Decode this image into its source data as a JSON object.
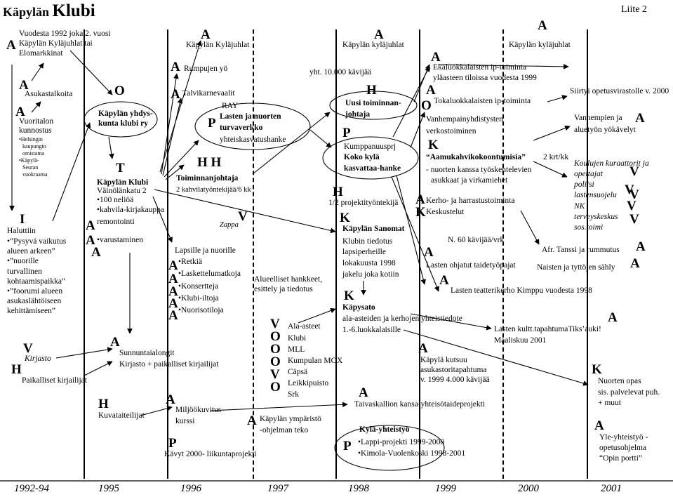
{
  "header": {
    "title_small": "Käpylän",
    "title_big": "Klubi",
    "appendix": "Liite 2"
  },
  "years": [
    "1992-94",
    "1995",
    "1996",
    "1997",
    "1998",
    "1999",
    "2000",
    "2001"
  ],
  "col1": {
    "l1": "Vuodesta 1992 joka 2. vuosi",
    "l2": "Käpylän Kyläjuhlat tai",
    "l3": "Elomarkkinat",
    "asukastalkoita": "Asukastalkoita",
    "vuoritalon1": "Vuoritalon",
    "vuoritalon2": "kunnostus",
    "small": [
      "•Helsingin",
      "kaupungin",
      "omistama",
      "•Käpylä-",
      "Seuran",
      "vuokraama"
    ],
    "haluttiin": [
      "Haluttiin",
      "•”Pysyvä vaikutus",
      "alueen arkeen”",
      "•”nuorille",
      "turvallinen",
      "kohtaamispaikka”",
      "•”foorumi alueen",
      "asukaslähtöiseen",
      "kehittämiseen”"
    ],
    "kirjasto": "Kirjasto",
    "paikalliset": "Paikalliset kirjailijat"
  },
  "col1995": {
    "yhdys1": "Käpylän yhdys-",
    "yhdys2": "kunta klubi ry",
    "klubi_name": "Käpylän Klubi",
    "klubi_addr": "Väinölänkatu 2",
    "klubi_list": [
      "•100 neliöä",
      "•kahvila-kirjakauppa",
      "remontointi",
      "•varustaminen"
    ],
    "sunnuntai1": "Sunnuntaialongit",
    "sunnuntai2": "Kirjasto + paikalliset kirjailijat",
    "kuvataiteilijat": "Kuvataiteilijat"
  },
  "col1996": {
    "kylajuhlat": "Käpylän Kyläjuhlat",
    "rumpujen": "Rumpujen yö",
    "talvikarnevaalit": "Talvikarnevaalit",
    "ray": "RAY",
    "turva1": "Lasten ja nuorten",
    "turva2": "turvaverkko",
    "turva3": "yhteiskasvatushanke",
    "toiminnanjohtaja": "Toiminnanjohtaja",
    "kahvila": "2 kahvilatyöntekijää/6 kk",
    "zappa": "Zappa",
    "lapsille": "Lapsille ja nuorille",
    "lapsille_list": [
      "•Retkiä",
      "•Laskettelumatkoja",
      "•Konsertteja",
      "•Klubi-iltoja",
      "•Nuorisotiloja"
    ],
    "miljoo1": "Miljöökuvitus-",
    "miljoo2": "kurssi",
    "kavyt": "Kävyt 2000- liikuntaprojekti"
  },
  "col1997": {
    "alueelliset1": "Alueelliset hankkeet,",
    "alueelliset2": "esittely ja tiedotus",
    "ymparisto1": "Käpylän ympäristö",
    "ymparisto2": "-ohjelman teko"
  },
  "col1998": {
    "kylajuhlat": "Käpylän kyläjuhlat",
    "kavijaa": "yht. 10.000 kävijää",
    "uusi1": "Uusi toiminnan-",
    "uusi2": "johtaja",
    "kumppanuus": "Kumppanuusprj",
    "koko1": "Koko kylä",
    "koko2": "kasvattaa-hanke",
    "puolitoinen": "1/2 projektityöntekijä",
    "sanomat": "Käpylän Sanomat",
    "sanomat_list": [
      "Klubin tiedotus",
      "lapsiperheille",
      "lokakuusta 1998",
      "jakelu joka kotiin"
    ],
    "kapysato": "Käpysato",
    "kapysato1": "ala-asteiden ja kerhojen yhteistiedote",
    "kapysato2": "1.-6.luokkalaisille",
    "orgs": [
      "Ala-asteet",
      "Klubi",
      "MLL",
      "Kumpulan MOX",
      "Cäpsä",
      "Leikkipuisto",
      "Srk"
    ],
    "taivaskallion": "Taivaskallion kansa-yhteisötaideprojekti",
    "kylayhteistyo": "Kylä-yhteistyö",
    "lappi": "•Lappi-projekti 1999-2000",
    "kimola": "•Kimola-Vuolenkoski 1998-2001"
  },
  "col1999": {
    "eka1": "Ekaluokkalaisten ip-toiminta",
    "eka2": "yläasteen tiloissa vuodesta 1999",
    "toka": "Tokaluokkalaisten ip-toiminta",
    "vanhempain1": "Vanhempainyhdistysten",
    "vanhempain2": "verkostoiminen",
    "aamukahvi": "“Aamukahvikokoontumisia”",
    "aamukahvi_kk": "2 krt/kk",
    "nuorten1": "- nuorten kanssa työskentelevien",
    "nuorten2": "asukkaat ja virkamiehet",
    "kerho": "Kerho- ja harrastustoiminta",
    "keskustelut": "Keskustelut",
    "n60": "N. 60 kävijää/vrk",
    "taidetyo": "Lasten ohjatut taidetyöpajat",
    "teatteri": "Lasten teatterikerho Kimppu vuodesta 1998",
    "kutsuu1": "Käpylä kutsuu",
    "kutsuu2": "asukastoritapahtuma",
    "kutsuu3": "v. 1999 4.000 kävijää"
  },
  "col2000": {
    "kylajuhlat": "Käpylän kyläjuhlat",
    "siirtyi": "Siirtyi opetusvirastolle v. 2000",
    "vanhempien1": "Vanhempien ja",
    "vanhempien2": "aluetyön yökävelyt",
    "kuraattorit": [
      "Koulujen kuraattorit ja",
      "opettajat",
      "poliisi",
      "lastensuojelu",
      "NK",
      "terveyskeskus",
      "sos.toimi"
    ],
    "tanssi": "Afr. Tanssi ja rummutus",
    "sahly": "Naisten ja tyttöjen sähly",
    "kultt1": "Lasten kultt.tapahtumaTiks’auki!",
    "kultt2": "Maaliskuu 2001"
  },
  "col2001": {
    "opas1": "Nuorten opas",
    "opas2": "sis. palvelevat puh.",
    "opas3": "+ muut",
    "yle1": "Yle-yhteistyö -",
    "yle2": "opetusohjelma",
    "yle3": "“Opin portti”"
  },
  "letters": {
    "A": "A",
    "O": "O",
    "T": "T",
    "I": "I",
    "V": "V",
    "H": "H",
    "HH": "H H",
    "P": "P",
    "K": "K"
  }
}
